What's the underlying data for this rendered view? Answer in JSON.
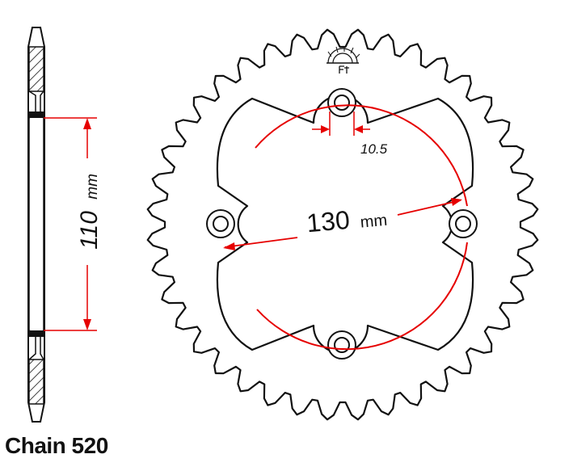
{
  "caption": "Chain 520",
  "dimensions": {
    "hub_width": {
      "value": "110",
      "unit": "mm"
    },
    "bolt_circle": {
      "value": "130",
      "unit": "mm"
    },
    "slot_width": {
      "value": "10.5"
    }
  },
  "colors": {
    "outline": "#111111",
    "dimension": "#e60000",
    "hatch": "#111111"
  },
  "icons": [
    "logo-icon"
  ]
}
